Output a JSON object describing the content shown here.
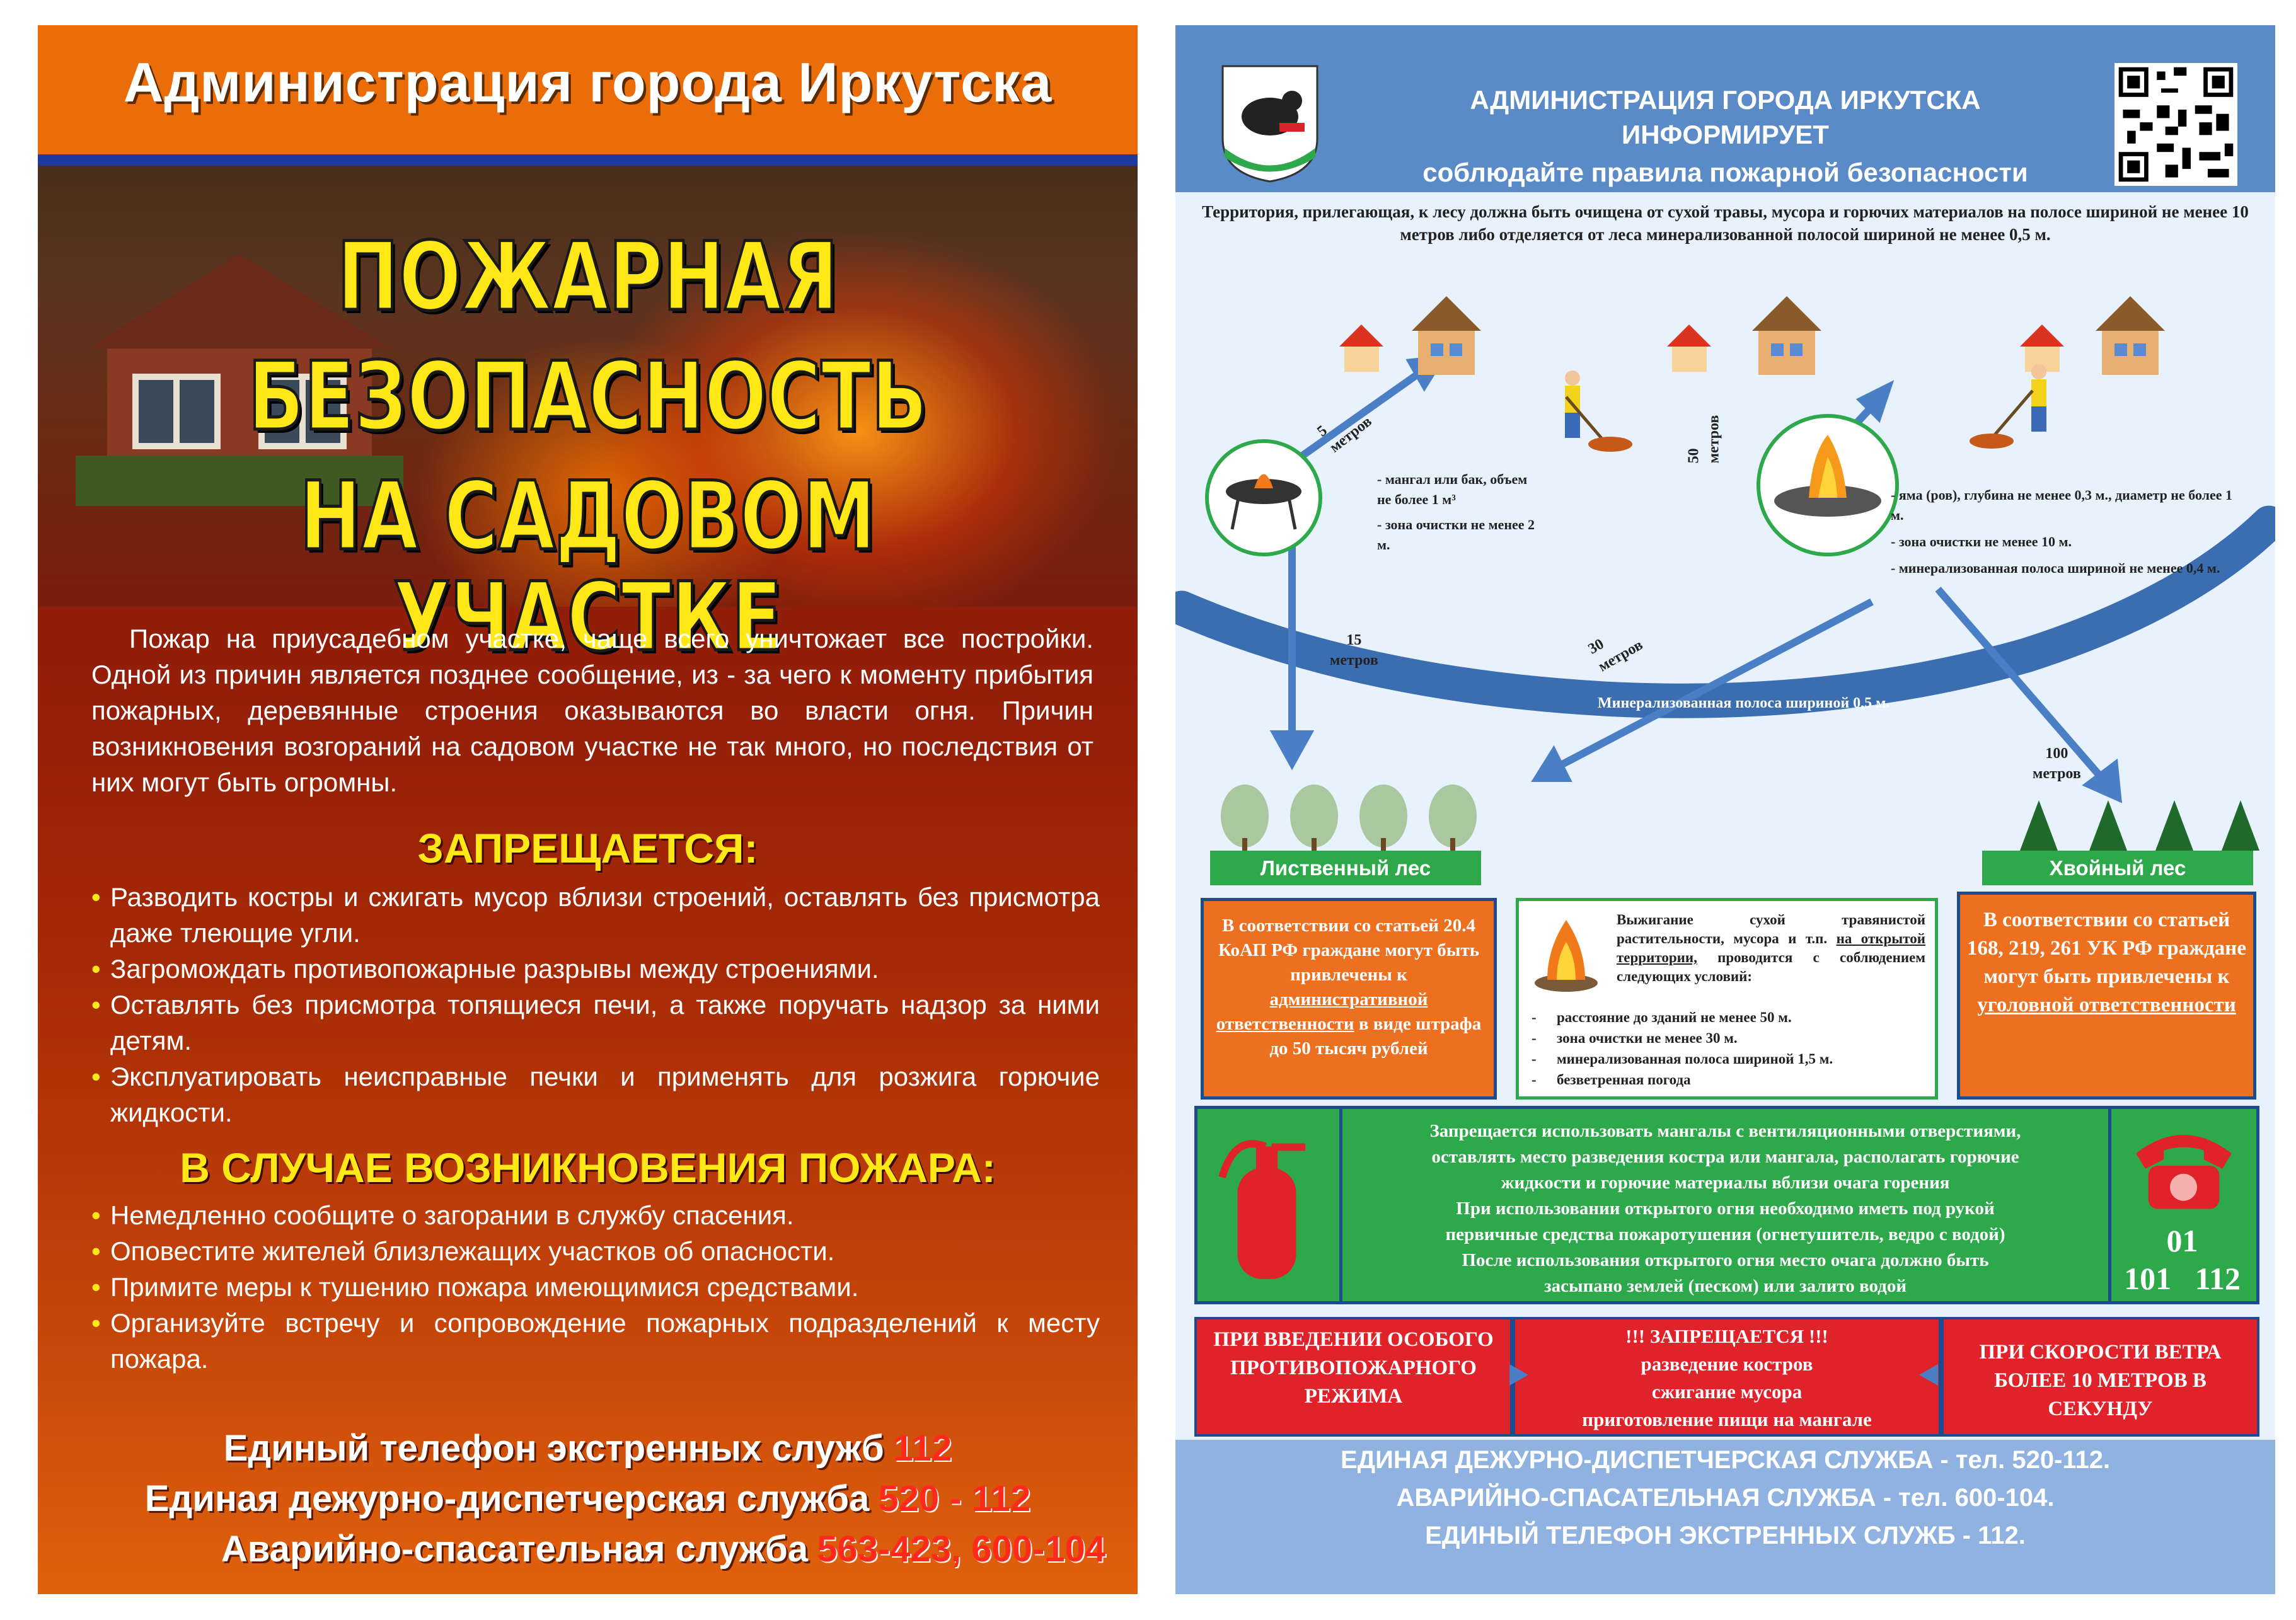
{
  "left": {
    "header": "Администрация города Иркутска",
    "title_lines": [
      "ПОЖАРНАЯ",
      "БЕЗОПАСНОСТЬ",
      "НА  САДОВОМ  УЧАСТКЕ"
    ],
    "intro": "Пожар на приусадебном участке, чаще всего уничтожает все постройки. Одной из причин является позднее сообщение, из - за чего к моменту прибытия пожарных, деревянные строения оказываются во власти огня. Причин возникновения возгораний на садовом участке не так много, но последствия от них могут быть огромны.",
    "forbidden_title": "ЗАПРЕЩАЕТСЯ:",
    "forbidden": [
      "Разводить костры и сжигать мусор вблизи строений, оставлять без присмотра даже тлеющие угли.",
      "Загромождать противопожарные разрывы между строениями.",
      "Оставлять без присмотра топящиеся печи, а также поручать надзор за ними детям.",
      "Эксплуатировать неисправные печки и применять для розжига горючие жидкости."
    ],
    "fire_title": "В СЛУЧАЕ ВОЗНИКНОВЕНИЯ ПОЖАРА:",
    "fire_actions": [
      "Немедленно сообщите о загорании в службу спасения.",
      "Оповестите жителей близлежащих участков об опасности.",
      "Примите меры к тушению пожара имеющимися средствами.",
      "Организуйте встречу и сопровождение пожарных подразделений к месту пожара."
    ],
    "phones": [
      {
        "label": "Единый телефон экстренных служб",
        "number": "112"
      },
      {
        "label": "Единая дежурно-диспетчерская служба",
        "number": "520 - 112"
      },
      {
        "label": "Аварийно-спасательная служба",
        "number": "563-423, 600-104"
      }
    ]
  },
  "right": {
    "header_line1": "АДМИНИСТРАЦИЯ ГОРОДА ИРКУТСКА",
    "header_line2": "ИНФОРМИРУЕТ",
    "header_line3": "соблюдайте правила пожарной безопасности",
    "territory": "Территория, прилегающая, к лесу должна быть очищена от сухой травы, мусора и горючих материалов на полосе шириной не менее 10 метров либо отделяется от леса минерализованной полосой шириной не менее 0,5 м.",
    "distances": {
      "d5": "5",
      "d50": "50",
      "d15": "15",
      "d30": "30",
      "d100": "100",
      "unit": "метров"
    },
    "mangal_notes": [
      "- мангал или бак, объем не более 1 м³",
      "- зона очистки не менее 2 м."
    ],
    "pit_notes": [
      "- яма (ров), глубина не менее 0,3 м., диаметр не более 1 м.",
      "- зона очистки не менее 10 м.",
      "- минерализованная полоса шириной не менее 0,4 м."
    ],
    "strip_label": "Минерализованная полоса шириной 0,5 м.",
    "deciduous_label": "Лиственный лес",
    "conifer_label": "Хвойный лес",
    "admin_box": {
      "text": "В соответствии со статьей 20.4 КоАП РФ граждане могут быть привлечены к",
      "link": "административной ответственности",
      "tail": "в виде штрафа до 50 тысяч рублей"
    },
    "burn_box": {
      "text_a": "Выжигание сухой травянистой растительности, мусора и т.п.",
      "text_u": "на открытой территории,",
      "text_b": "проводится с соблюдением следующих условий:",
      "conditions": [
        "расстояние до зданий не менее 50 м.",
        "зона очистки не менее 30 м.",
        "минерализованная полоса шириной 1,5 м.",
        "безветренная погода"
      ]
    },
    "criminal_box": {
      "text": "В соответствии со статьей 168, 219, 261 УК РФ граждане могут быть привлечены к",
      "link": "уголовной ответственности"
    },
    "green_text": [
      "Запрещается использовать мангалы с вентиляционными отверстиями,",
      "оставлять место разведения костра или мангала, располагать горючие",
      "жидкости и горючие материалы вблизи очага горения",
      "При использовании открытого огня необходимо иметь под рукой",
      "первичные средства пожаротушения (огнетушитель, ведро с водой)",
      "После использования открытого огня место очага должно быть",
      "засыпано землей (песком) или залито водой"
    ],
    "emergency_numbers": {
      "line1": "01",
      "line2": "101   112"
    },
    "red_left": "ПРИ ВВЕДЕНИИ ОСОБОГО ПРОТИВОПОЖАРНОГО РЕЖИМА",
    "red_mid": [
      "!!! ЗАПРЕЩАЕТСЯ !!!",
      "разведение костров",
      "сжигание мусора",
      "приготовление пищи на мангале"
    ],
    "red_right": "ПРИ СКОРОСТИ ВЕТРА БОЛЕЕ 10 МЕТРОВ В СЕКУНДУ",
    "bottom_lines": [
      "ЕДИНАЯ ДЕЖУРНО-ДИСПЕТЧЕРСКАЯ СЛУЖБА - тел. 520-112.",
      "АВАРИЙНО-СПАСАТЕЛЬНАЯ СЛУЖБА - тел. 600-104.",
      "ЕДИНЫЙ ТЕЛЕФОН ЭКСТРЕННЫХ СЛУЖБ - 112."
    ],
    "colors": {
      "header_blue": "#5b8bc7",
      "green": "#2da84a",
      "orange": "#ec7020",
      "red": "#e0232b",
      "arrow_blue": "#4a7fc6"
    }
  }
}
